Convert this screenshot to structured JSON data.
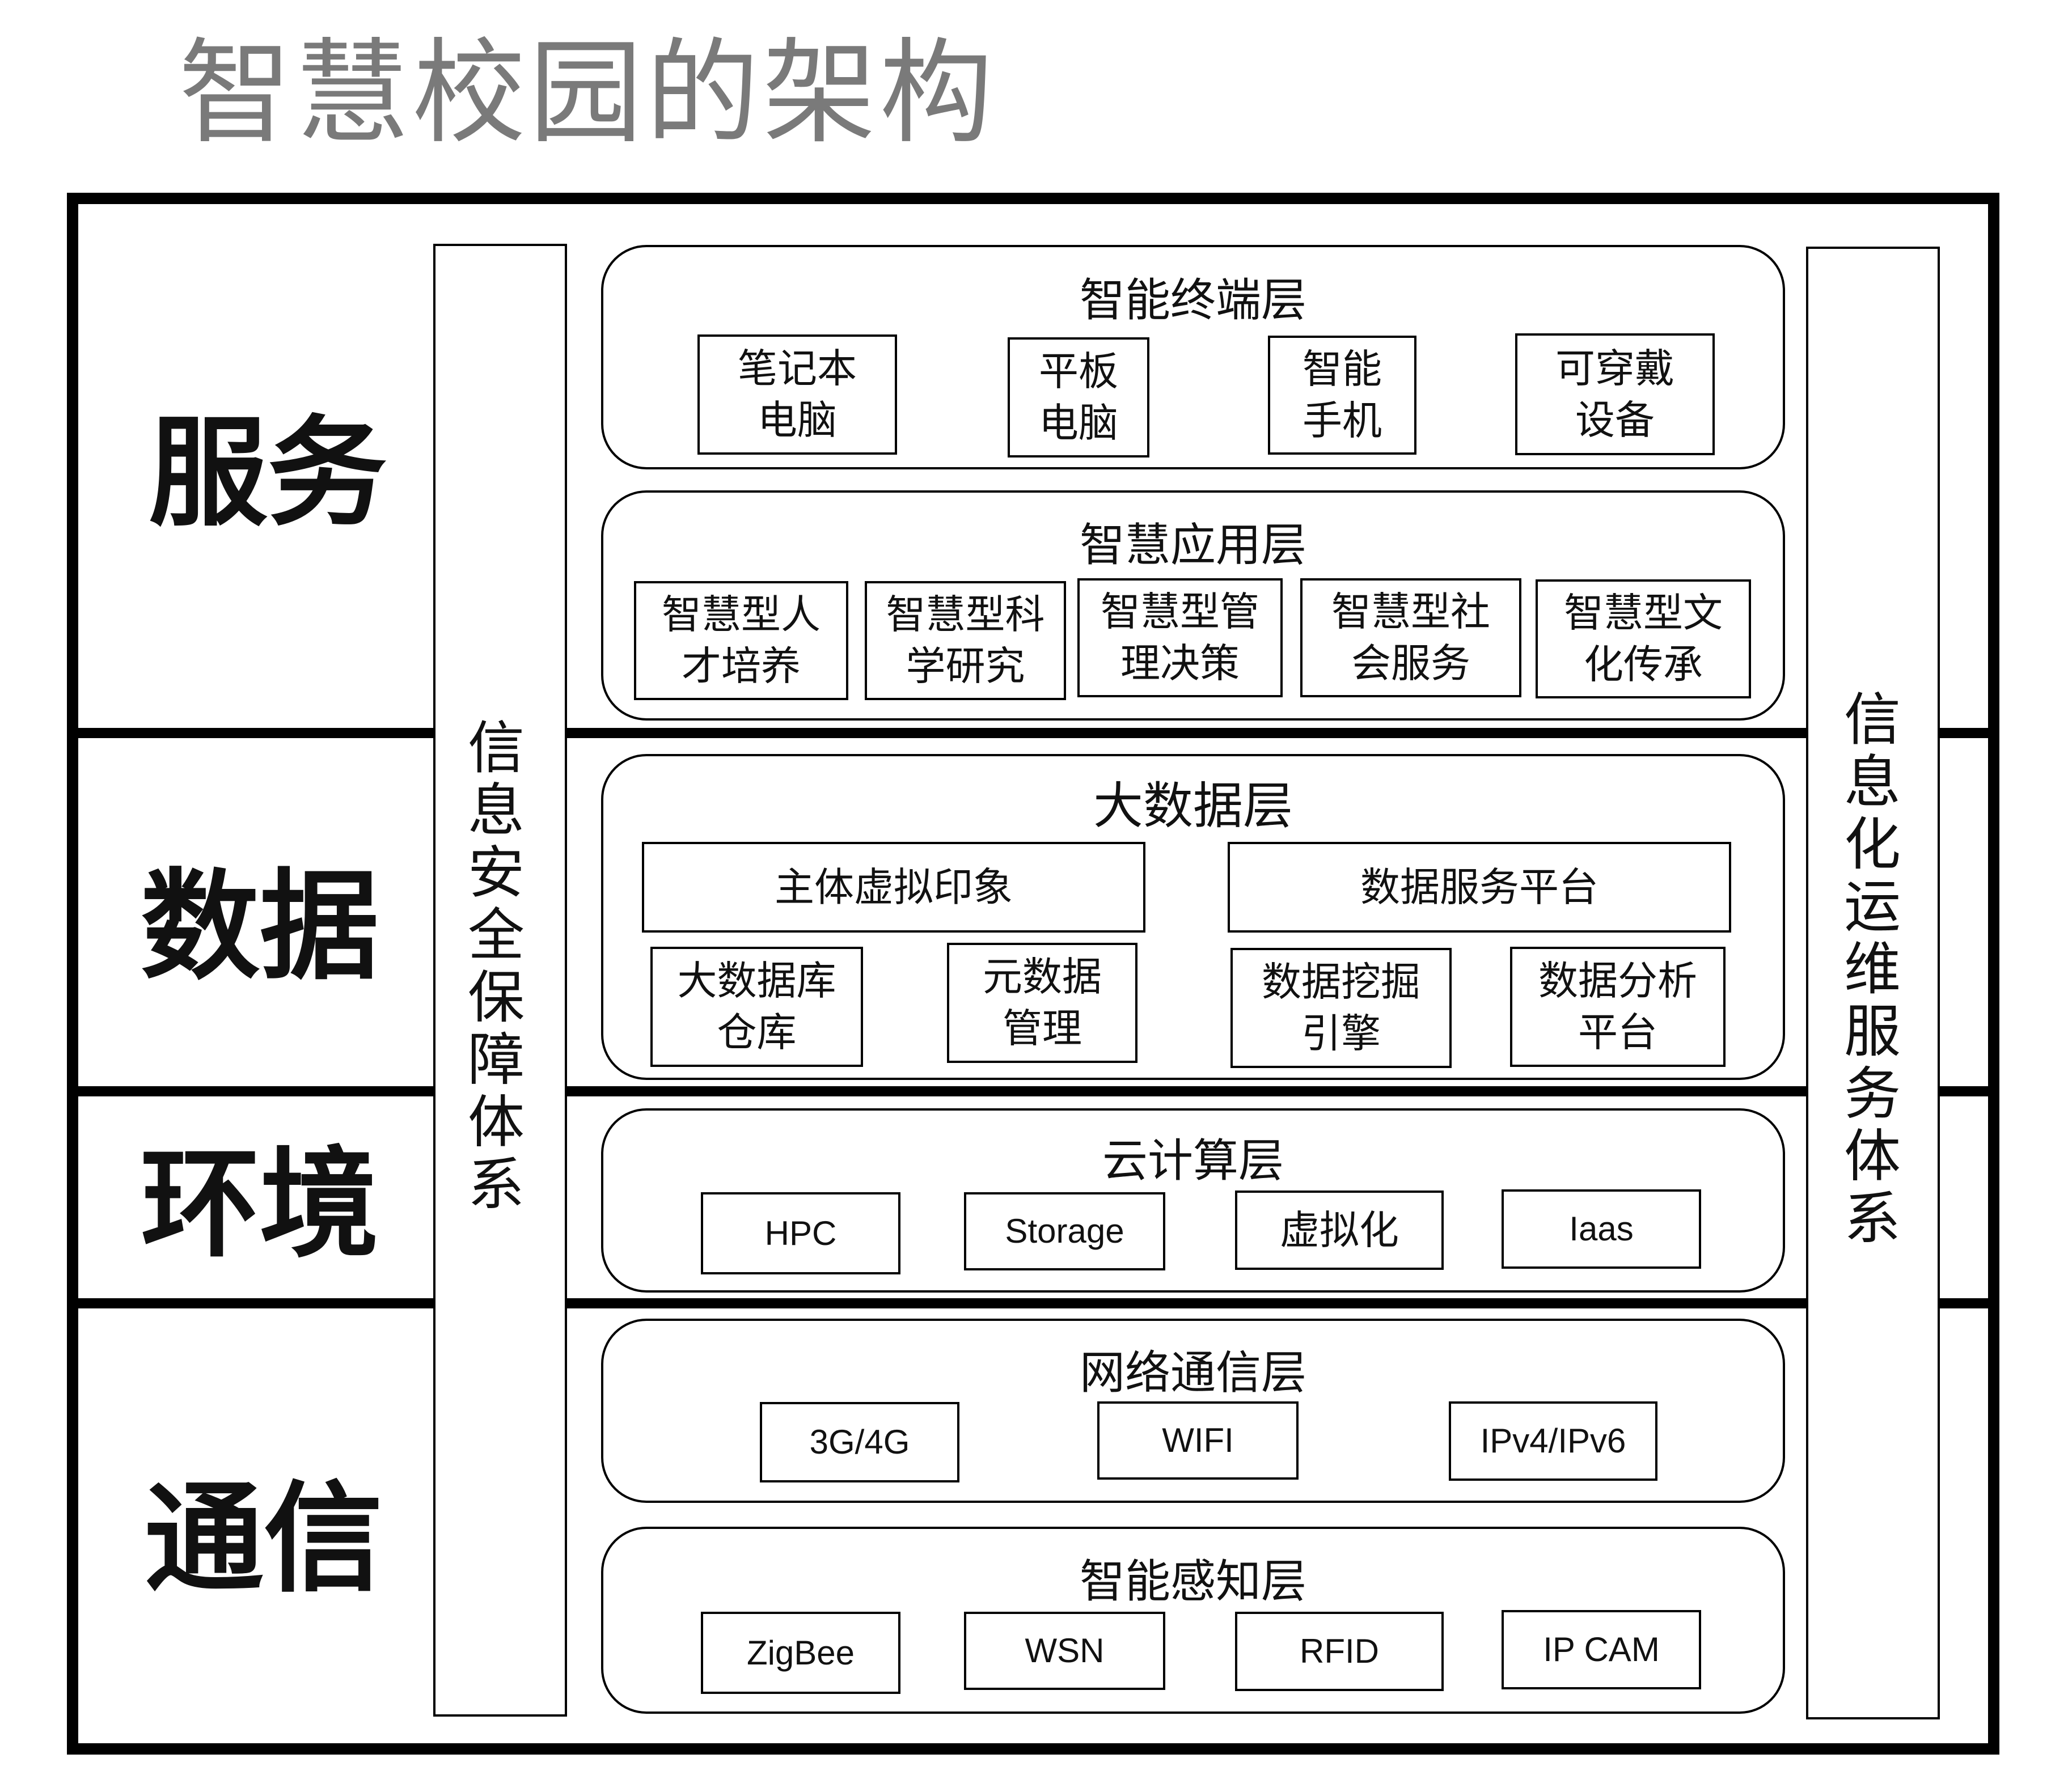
{
  "title": "智慧校园的架构",
  "categories": {
    "service": "服务",
    "data": "数据",
    "environment": "环境",
    "communication": "通信"
  },
  "left_bar": "信息安全保障体系",
  "right_bar": "信息化运维服务体系",
  "layers": {
    "terminal": {
      "title": "智能终端层",
      "items": [
        "笔记本\n电脑",
        "平板\n电脑",
        "智能\n手机",
        "可穿戴\n设备"
      ]
    },
    "application": {
      "title": "智慧应用层",
      "items": [
        "智慧型人\n才培养",
        "智慧型科\n学研究",
        "智慧型管\n理决策",
        "智慧型社\n会服务",
        "智慧型文\n化传承"
      ]
    },
    "bigdata": {
      "title": "大数据层",
      "wide": [
        "主体虚拟印象",
        "数据服务平台"
      ],
      "items": [
        "大数据库\n仓库",
        "元数据\n管理",
        "数据挖掘\n引擎",
        "数据分析\n平台"
      ]
    },
    "cloud": {
      "title": "云计算层",
      "items": [
        "HPC",
        "Storage",
        "虚拟化",
        "Iaas"
      ]
    },
    "network": {
      "title": "网络通信层",
      "items": [
        "3G/4G",
        "WIFI",
        "IPv4/IPv6"
      ]
    },
    "sensing": {
      "title": "智能感知层",
      "items": [
        "ZigBee",
        "WSN",
        "RFID",
        "IP CAM"
      ]
    }
  }
}
